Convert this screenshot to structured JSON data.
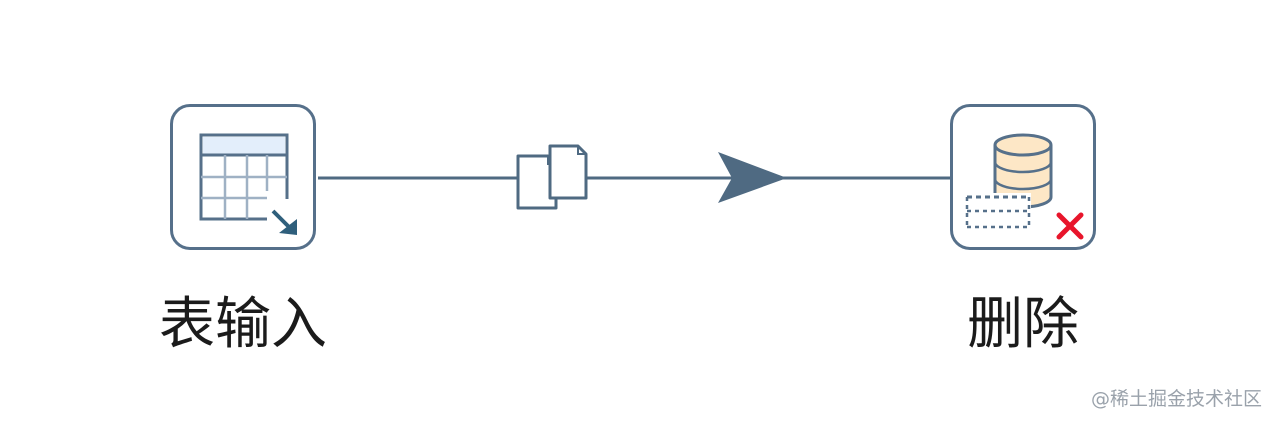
{
  "diagram": {
    "steps": [
      {
        "id": "table_input",
        "label": "表输入",
        "icon": "table-input-icon"
      },
      {
        "id": "delete",
        "label": "删除",
        "icon": "database-delete-icon"
      }
    ],
    "hop": {
      "from": "table_input",
      "to": "delete",
      "icons": [
        "copy-rows-icon",
        "arrow-head-icon"
      ]
    }
  },
  "colors": {
    "line": "#4f6a82",
    "node_border": "#56708a",
    "grid_header": "#e3eefb",
    "db_fill": "#fde7c6",
    "delete_x": "#e8152b"
  },
  "watermark": "@稀土掘金技术社区"
}
